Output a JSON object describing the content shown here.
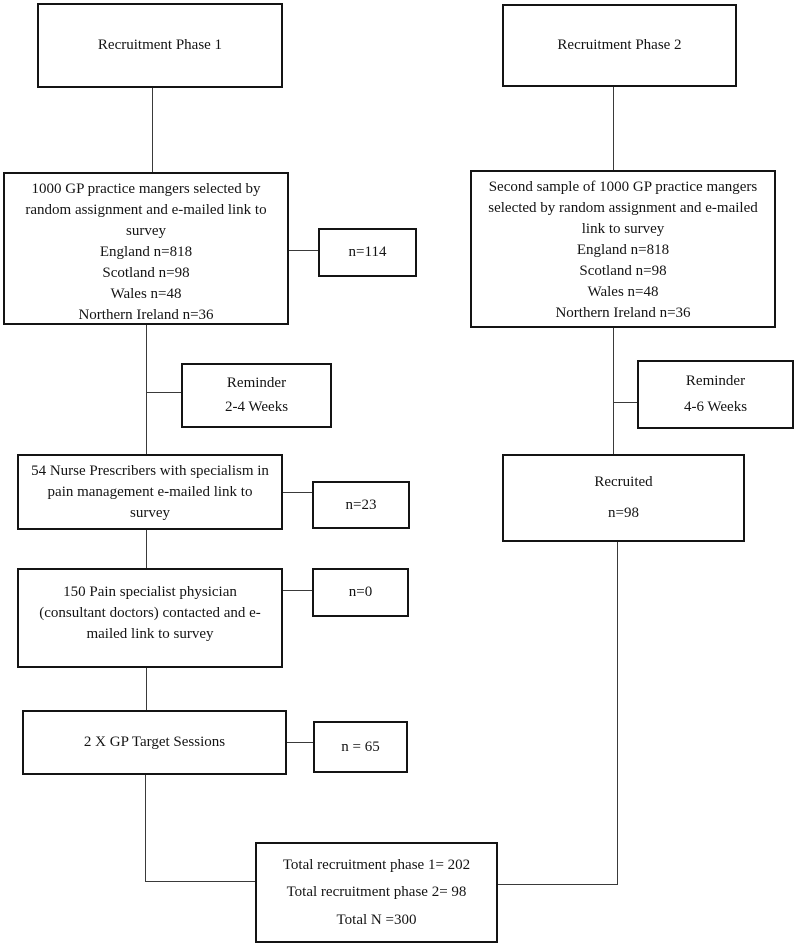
{
  "diagram": {
    "phase1": {
      "header": "Recruitment Phase 1",
      "sample": {
        "text": "1000 GP practice mangers selected by random assignment and e-mailed link to survey",
        "breakdown": [
          "England n=818",
          "Scotland n=98",
          "Wales n=48",
          "Northern Ireland n=36"
        ]
      },
      "nonresponse_n": "n=114",
      "reminder": {
        "title": "Reminder",
        "interval": "2-4 Weeks"
      },
      "nurses_text": "54 Nurse Prescribers with specialism in pain management e-mailed link to survey",
      "nurses_n": "n=23",
      "pain_text": "150 Pain specialist physician (consultant doctors) contacted and e-mailed link to survey",
      "pain_n": "n=0",
      "gp_sessions_text": "2 X GP Target Sessions",
      "gp_sessions_n": "n = 65"
    },
    "phase2": {
      "header": "Recruitment Phase 2",
      "sample": {
        "text": "Second sample of 1000 GP practice mangers selected by random assignment and e-mailed link to survey",
        "breakdown": [
          "England n=818",
          "Scotland n=98",
          "Wales n=48",
          "Northern Ireland n=36"
        ]
      },
      "reminder": {
        "title": "Reminder",
        "interval": "4-6 Weeks"
      },
      "recruited": {
        "title": "Recruited",
        "n": "n=98"
      }
    },
    "totals": {
      "phase1_total": "Total recruitment phase 1= 202",
      "phase2_total": "Total recruitment phase 2= 98",
      "grand_total": "Total N =300"
    }
  }
}
